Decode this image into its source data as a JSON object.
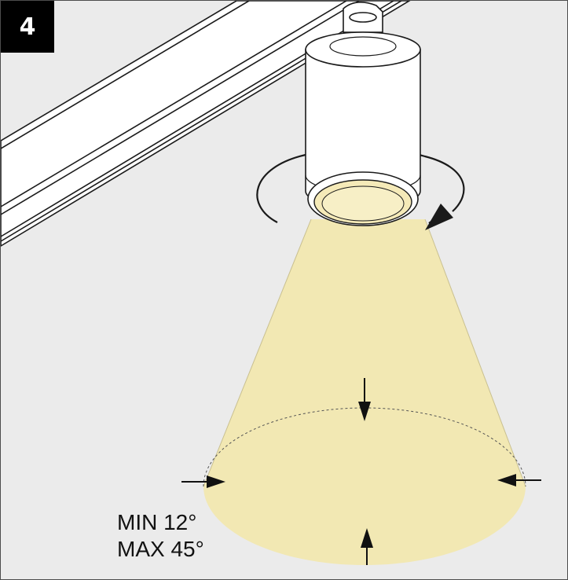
{
  "step": {
    "number": "4"
  },
  "beam_angle": {
    "min_label": "MIN 12°",
    "max_label": "MAX 45°"
  },
  "colors": {
    "background": "#ebebeb",
    "light_beam": "#f2e8b3",
    "lens_glow": "#f5eab8",
    "badge": "#000000",
    "outline": "#1a1a1a"
  },
  "icons": {
    "rotation": "rotate-arrow-icon",
    "beam_arrows": "arrow-icon"
  }
}
